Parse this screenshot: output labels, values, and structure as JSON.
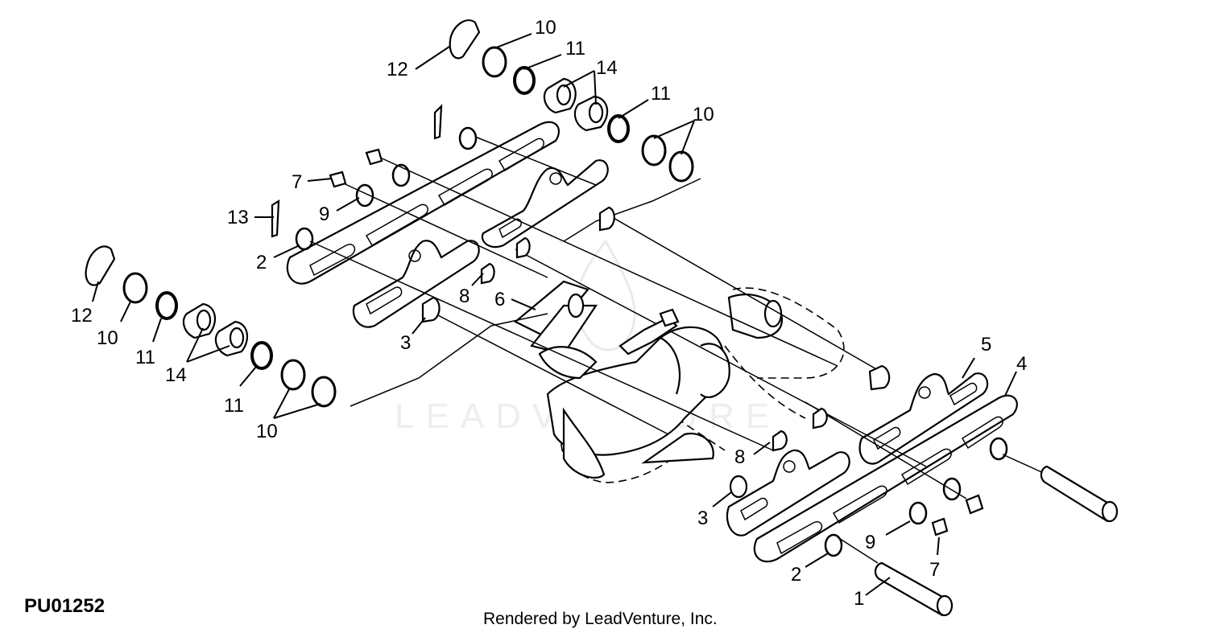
{
  "diagram_id": "PU01252",
  "credit": "Rendered by LeadVenture, Inc.",
  "watermark": "LEADVENTURE",
  "callouts": [
    {
      "id": "c10a",
      "text": "10"
    },
    {
      "id": "c12a",
      "text": "12"
    },
    {
      "id": "c11a",
      "text": "11"
    },
    {
      "id": "c14a",
      "text": "14"
    },
    {
      "id": "c11b",
      "text": "11"
    },
    {
      "id": "c10b",
      "text": "10"
    },
    {
      "id": "c7a",
      "text": "7"
    },
    {
      "id": "c9a",
      "text": "9"
    },
    {
      "id": "c13",
      "text": "13"
    },
    {
      "id": "c2a",
      "text": "2"
    },
    {
      "id": "c8a",
      "text": "8"
    },
    {
      "id": "c6",
      "text": "6"
    },
    {
      "id": "c3a",
      "text": "3"
    },
    {
      "id": "c12b",
      "text": "12"
    },
    {
      "id": "c10c",
      "text": "10"
    },
    {
      "id": "c11c",
      "text": "11"
    },
    {
      "id": "c14b",
      "text": "14"
    },
    {
      "id": "c11d",
      "text": "11"
    },
    {
      "id": "c10d",
      "text": "10"
    },
    {
      "id": "c5",
      "text": "5"
    },
    {
      "id": "c4",
      "text": "4"
    },
    {
      "id": "c8b",
      "text": "8"
    },
    {
      "id": "c3b",
      "text": "3"
    },
    {
      "id": "c9b",
      "text": "9"
    },
    {
      "id": "c7b",
      "text": "7"
    },
    {
      "id": "c2b",
      "text": "2"
    },
    {
      "id": "c1",
      "text": "1"
    }
  ],
  "colors": {
    "line": "#000000",
    "background": "#ffffff",
    "watermark": "#e6e6e6"
  }
}
